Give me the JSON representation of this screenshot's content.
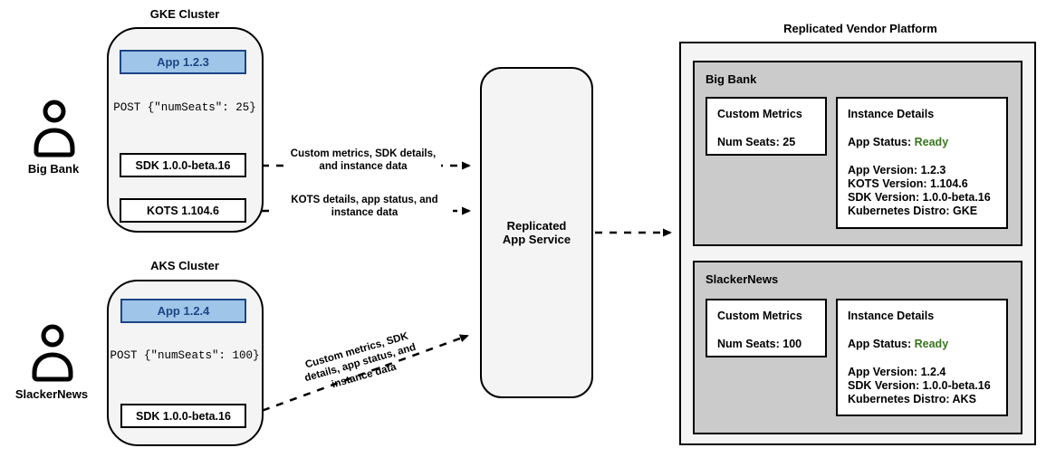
{
  "colors": {
    "app_fill": "#9fc5e8",
    "app_border": "#1c4587",
    "ready_green": "#38761d",
    "section_gray": "#cbcbcb",
    "panel_gray": "#f4f4f4"
  },
  "icons": {
    "big_bank": "person-icon",
    "slackernews": "person-icon"
  },
  "clusters": {
    "gke": {
      "title": "GKE Cluster",
      "app_label": "App 1.2.3",
      "post_label": "POST {\"numSeats\": 25}",
      "sdk_label": "SDK 1.0.0-beta.16",
      "kots_label": "KOTS 1.104.6",
      "user_label": "Big Bank"
    },
    "aks": {
      "title": "AKS Cluster",
      "app_label": "App 1.2.4",
      "post_label": "POST {\"numSeats\": 100}",
      "sdk_label": "SDK 1.0.0-beta.16",
      "user_label": "SlackerNews"
    }
  },
  "service": {
    "label": "Replicated App Service"
  },
  "arrow_labels": {
    "gke_sdk": "Custom metrics, SDK details, and instance data",
    "gke_kots": "KOTS details, app status, and instance data",
    "aks_sdk": "Custom metrics, SDK details, app status, and instance data"
  },
  "platform": {
    "title": "Replicated Vendor Platform",
    "sections": [
      {
        "name": "Big Bank",
        "metrics_title": "Custom Metrics",
        "metrics_value": "Num Seats: 25",
        "details_title": "Instance Details",
        "status_label": "App Status:",
        "status_value": "Ready",
        "lines": [
          "App Version: 1.2.3",
          "KOTS Version: 1.104.6",
          "SDK Version: 1.0.0-beta.16",
          "Kubernetes Distro: GKE"
        ]
      },
      {
        "name": "SlackerNews",
        "metrics_title": "Custom Metrics",
        "metrics_value": "Num Seats: 100",
        "details_title": "Instance Details",
        "status_label": "App Status:",
        "status_value": "Ready",
        "lines": [
          "App Version: 1.2.4",
          "SDK Version: 1.0.0-beta.16",
          "Kubernetes Distro: AKS"
        ]
      }
    ]
  }
}
